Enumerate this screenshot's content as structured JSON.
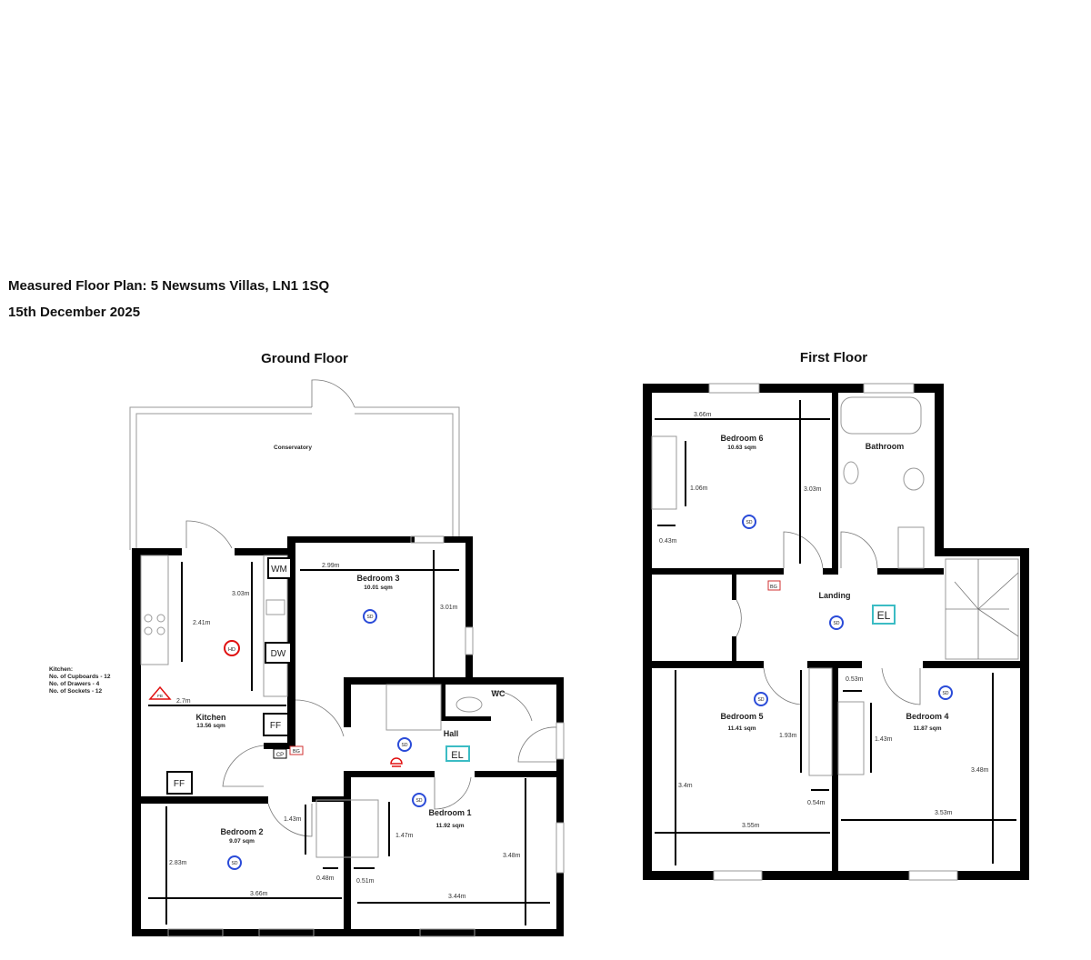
{
  "header": {
    "title": "Measured Floor Plan: 5 Newsums Villas, LN1 1SQ",
    "date": "15th December 2025"
  },
  "ground_floor": {
    "title": "Ground Floor",
    "rooms": {
      "conservatory": {
        "name": "Conservatory"
      },
      "kitchen": {
        "name": "Kitchen",
        "area": "13.56 sqm",
        "dims": [
          "2.41m",
          "3.03m",
          "2.7m"
        ]
      },
      "bedroom3": {
        "name": "Bedroom 3",
        "area": "10.01 sqm",
        "dims": [
          "2.99m",
          "3.01m"
        ]
      },
      "hall": {
        "name": "Hall"
      },
      "wc": {
        "name": "WC"
      },
      "bedroom2": {
        "name": "Bedroom 2",
        "area": "9.07 sqm",
        "dims": [
          "2.83m",
          "3.66m",
          "1.43m",
          "0.48m"
        ]
      },
      "bedroom1": {
        "name": "Bedroom 1",
        "area": "11.92 sqm",
        "dims": [
          "1.47m",
          "3.48m",
          "3.44m",
          "0.51m"
        ]
      }
    },
    "appliances": {
      "wm": "WM",
      "dw": "DW",
      "ff1": "FF",
      "ff2": "FF",
      "cp": "CP",
      "bg": "BG",
      "hd": "HD",
      "fb": "FB",
      "el": "EL",
      "sd": "SD"
    },
    "kitchen_notes": {
      "heading": "Kitchen:",
      "lines": [
        "No. of Cupboards - 12",
        "No. of Drawers - 4",
        "No. of Sockets - 12"
      ]
    }
  },
  "first_floor": {
    "title": "First Floor",
    "rooms": {
      "bedroom6": {
        "name": "Bedroom 6",
        "area": "10.63 sqm",
        "dims": [
          "3.66m",
          "1.06m",
          "3.03m",
          "0.43m"
        ]
      },
      "bathroom": {
        "name": "Bathroom"
      },
      "landing": {
        "name": "Landing"
      },
      "bedroom5": {
        "name": "Bedroom 5",
        "area": "11.41 sqm",
        "dims": [
          "3.4m",
          "1.93m",
          "3.55m",
          "0.54m"
        ]
      },
      "bedroom4": {
        "name": "Bedroom 4",
        "area": "11.87 sqm",
        "dims": [
          "0.53m",
          "1.43m",
          "3.48m",
          "3.53m"
        ]
      }
    },
    "appliances": {
      "bg": "BG",
      "el": "EL",
      "sd": "SD"
    }
  },
  "colors": {
    "wall": "#000000",
    "smoke_detector": "#2a4bd8",
    "heat_detector": "#e01010",
    "electric": "#3bbcc4",
    "boiler": "#d03030"
  }
}
